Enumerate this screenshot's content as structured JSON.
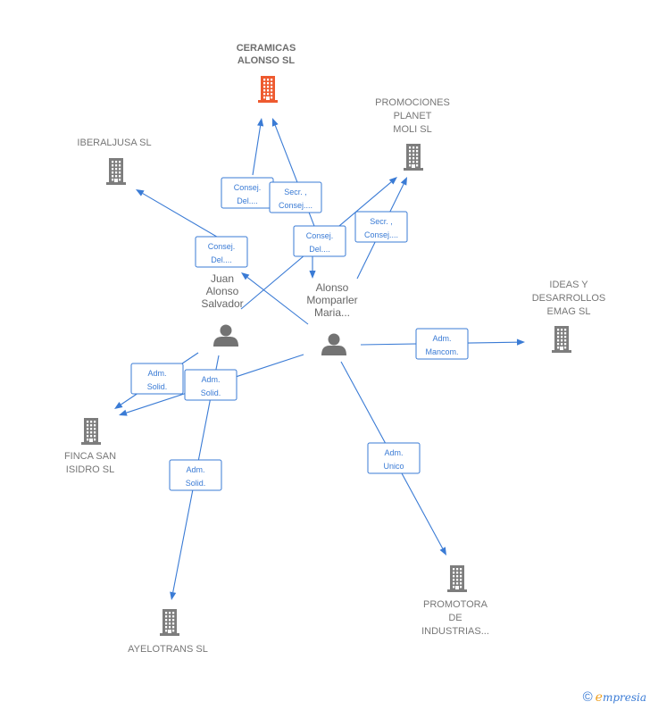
{
  "colors": {
    "edge": "#3a7bd5",
    "company": "#7d7d7d",
    "main_company": "#ee5a2f",
    "person": "#737373"
  },
  "companies": [
    {
      "id": "ceramicas",
      "lines": [
        "CERAMICAS",
        "ALONSO SL"
      ],
      "main": true
    },
    {
      "id": "promociones",
      "lines": [
        "PROMOCIONES",
        "PLANET",
        "MOLI SL"
      ]
    },
    {
      "id": "iberaljusa",
      "lines": [
        "IBERALJUSA SL"
      ]
    },
    {
      "id": "ideas",
      "lines": [
        "IDEAS Y",
        "DESARROLLOS",
        "EMAG SL"
      ]
    },
    {
      "id": "finca",
      "lines": [
        "FINCA SAN",
        "ISIDRO SL"
      ]
    },
    {
      "id": "ayelotrans",
      "lines": [
        "AYELOTRANS SL"
      ]
    },
    {
      "id": "promotora",
      "lines": [
        "PROMOTORA",
        "DE",
        "INDUSTRIAS..."
      ]
    }
  ],
  "people": [
    {
      "id": "juan",
      "lines": [
        "Juan",
        "Alonso",
        "Salvador"
      ]
    },
    {
      "id": "alonso",
      "lines": [
        "Alonso",
        "Momparler",
        "Maria..."
      ]
    }
  ],
  "roles": [
    {
      "id": "r1",
      "lines": [
        "Consej.",
        "Del...."
      ]
    },
    {
      "id": "r2",
      "lines": [
        "Secr. ,",
        "Consej...."
      ]
    },
    {
      "id": "r3",
      "lines": [
        "Consej.",
        "Del...."
      ]
    },
    {
      "id": "r4",
      "lines": [
        "Consej.",
        "Del...."
      ]
    },
    {
      "id": "r5",
      "lines": [
        "Secr. ,",
        "Consej...."
      ]
    },
    {
      "id": "r6",
      "lines": [
        "Adm.",
        "Mancom."
      ]
    },
    {
      "id": "r7",
      "lines": [
        "Adm.",
        "Solid."
      ]
    },
    {
      "id": "r8",
      "lines": [
        "Adm.",
        "Solid."
      ]
    },
    {
      "id": "r9",
      "lines": [
        "Adm.",
        "Solid."
      ]
    },
    {
      "id": "r10",
      "lines": [
        "Adm.",
        "Unico"
      ]
    }
  ],
  "footer": {
    "copyright_symbol": "©",
    "brand_initial": "e",
    "brand_rest": "mpresia"
  }
}
